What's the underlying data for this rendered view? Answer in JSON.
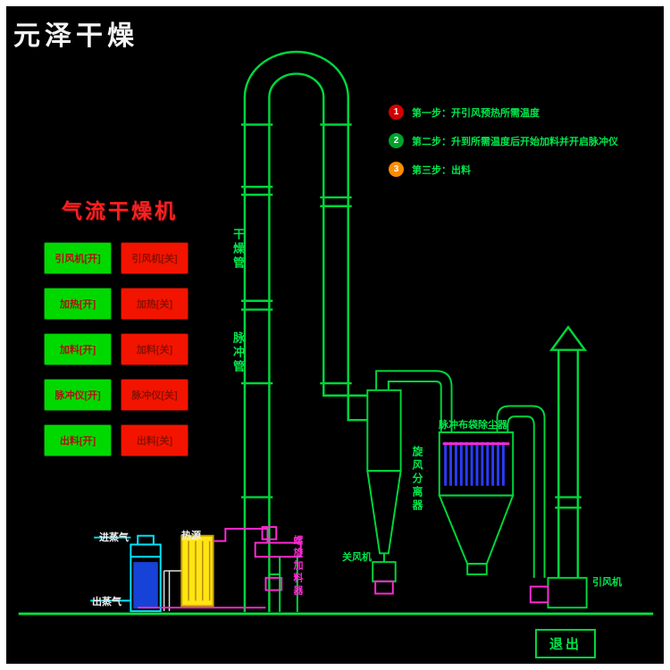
{
  "watermark": "元泽干燥",
  "title": "气流干燥机",
  "control_buttons": {
    "on": [
      "引风机[开]",
      "加热[开]",
      "加料[开]",
      "脉冲仪[开]",
      "出料[开]"
    ],
    "off": [
      "引风机[关]",
      "加热[关]",
      "加料[关]",
      "脉冲仪[关]",
      "出料[关]"
    ]
  },
  "steps": [
    {
      "num": "1",
      "text": "第一步：开引风预热所需温度"
    },
    {
      "num": "2",
      "text": "第二步：升到所需温度后开始加料并开启脉冲仪"
    },
    {
      "num": "3",
      "text": "第三步：出料"
    }
  ],
  "labels": {
    "drying_pipe": "干燥管",
    "pulse_pipe": "脉冲管",
    "cyclone": "旋风分离器",
    "dust_collector": "脉冲布袋除尘器",
    "rotary_valve": "关风机",
    "screw_feeder": "螺旋加料器",
    "fan": "引风机",
    "steam_in": "进蒸气",
    "heat_source": "热源",
    "steam_out": "出蒸气"
  },
  "exit_button": "退出",
  "colors": {
    "pipe_green": "#00d63c",
    "on_green": "#00d900",
    "off_red": "#f31400",
    "title_red": "#ff2020",
    "bag_blue": "#2b3bff",
    "magenta": "#ff2ad4",
    "heat_yellow": "#ffe612",
    "cyan": "#00e5ff"
  }
}
